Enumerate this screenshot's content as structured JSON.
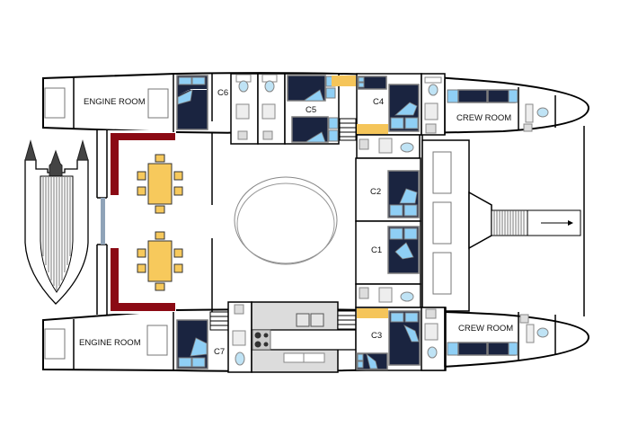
{
  "diagram": {
    "type": "catamaran deck plan",
    "colors": {
      "bed": "#1a2440",
      "pillow": "#8fcff5",
      "dining": "#f7c95c",
      "sofa": "#8b0a14",
      "walls": "#000000",
      "glass_door": "#8fa3b8"
    },
    "rooms": {
      "engine_room_top": "ENGINE ROOM",
      "engine_room_bottom": "ENGINE ROOM",
      "crew_room_top": "CREW ROOM",
      "crew_room_bottom": "CREW ROOM",
      "cabins": {
        "c1": "C1",
        "c2": "C2",
        "c3": "C3",
        "c4": "C4",
        "c5": "C5",
        "c6": "C6",
        "c7": "C7"
      }
    },
    "features": {
      "dining_tables": 2,
      "chairs_per_table": 6,
      "tender": "tender boat at stern",
      "bow_arrow": "→"
    }
  }
}
